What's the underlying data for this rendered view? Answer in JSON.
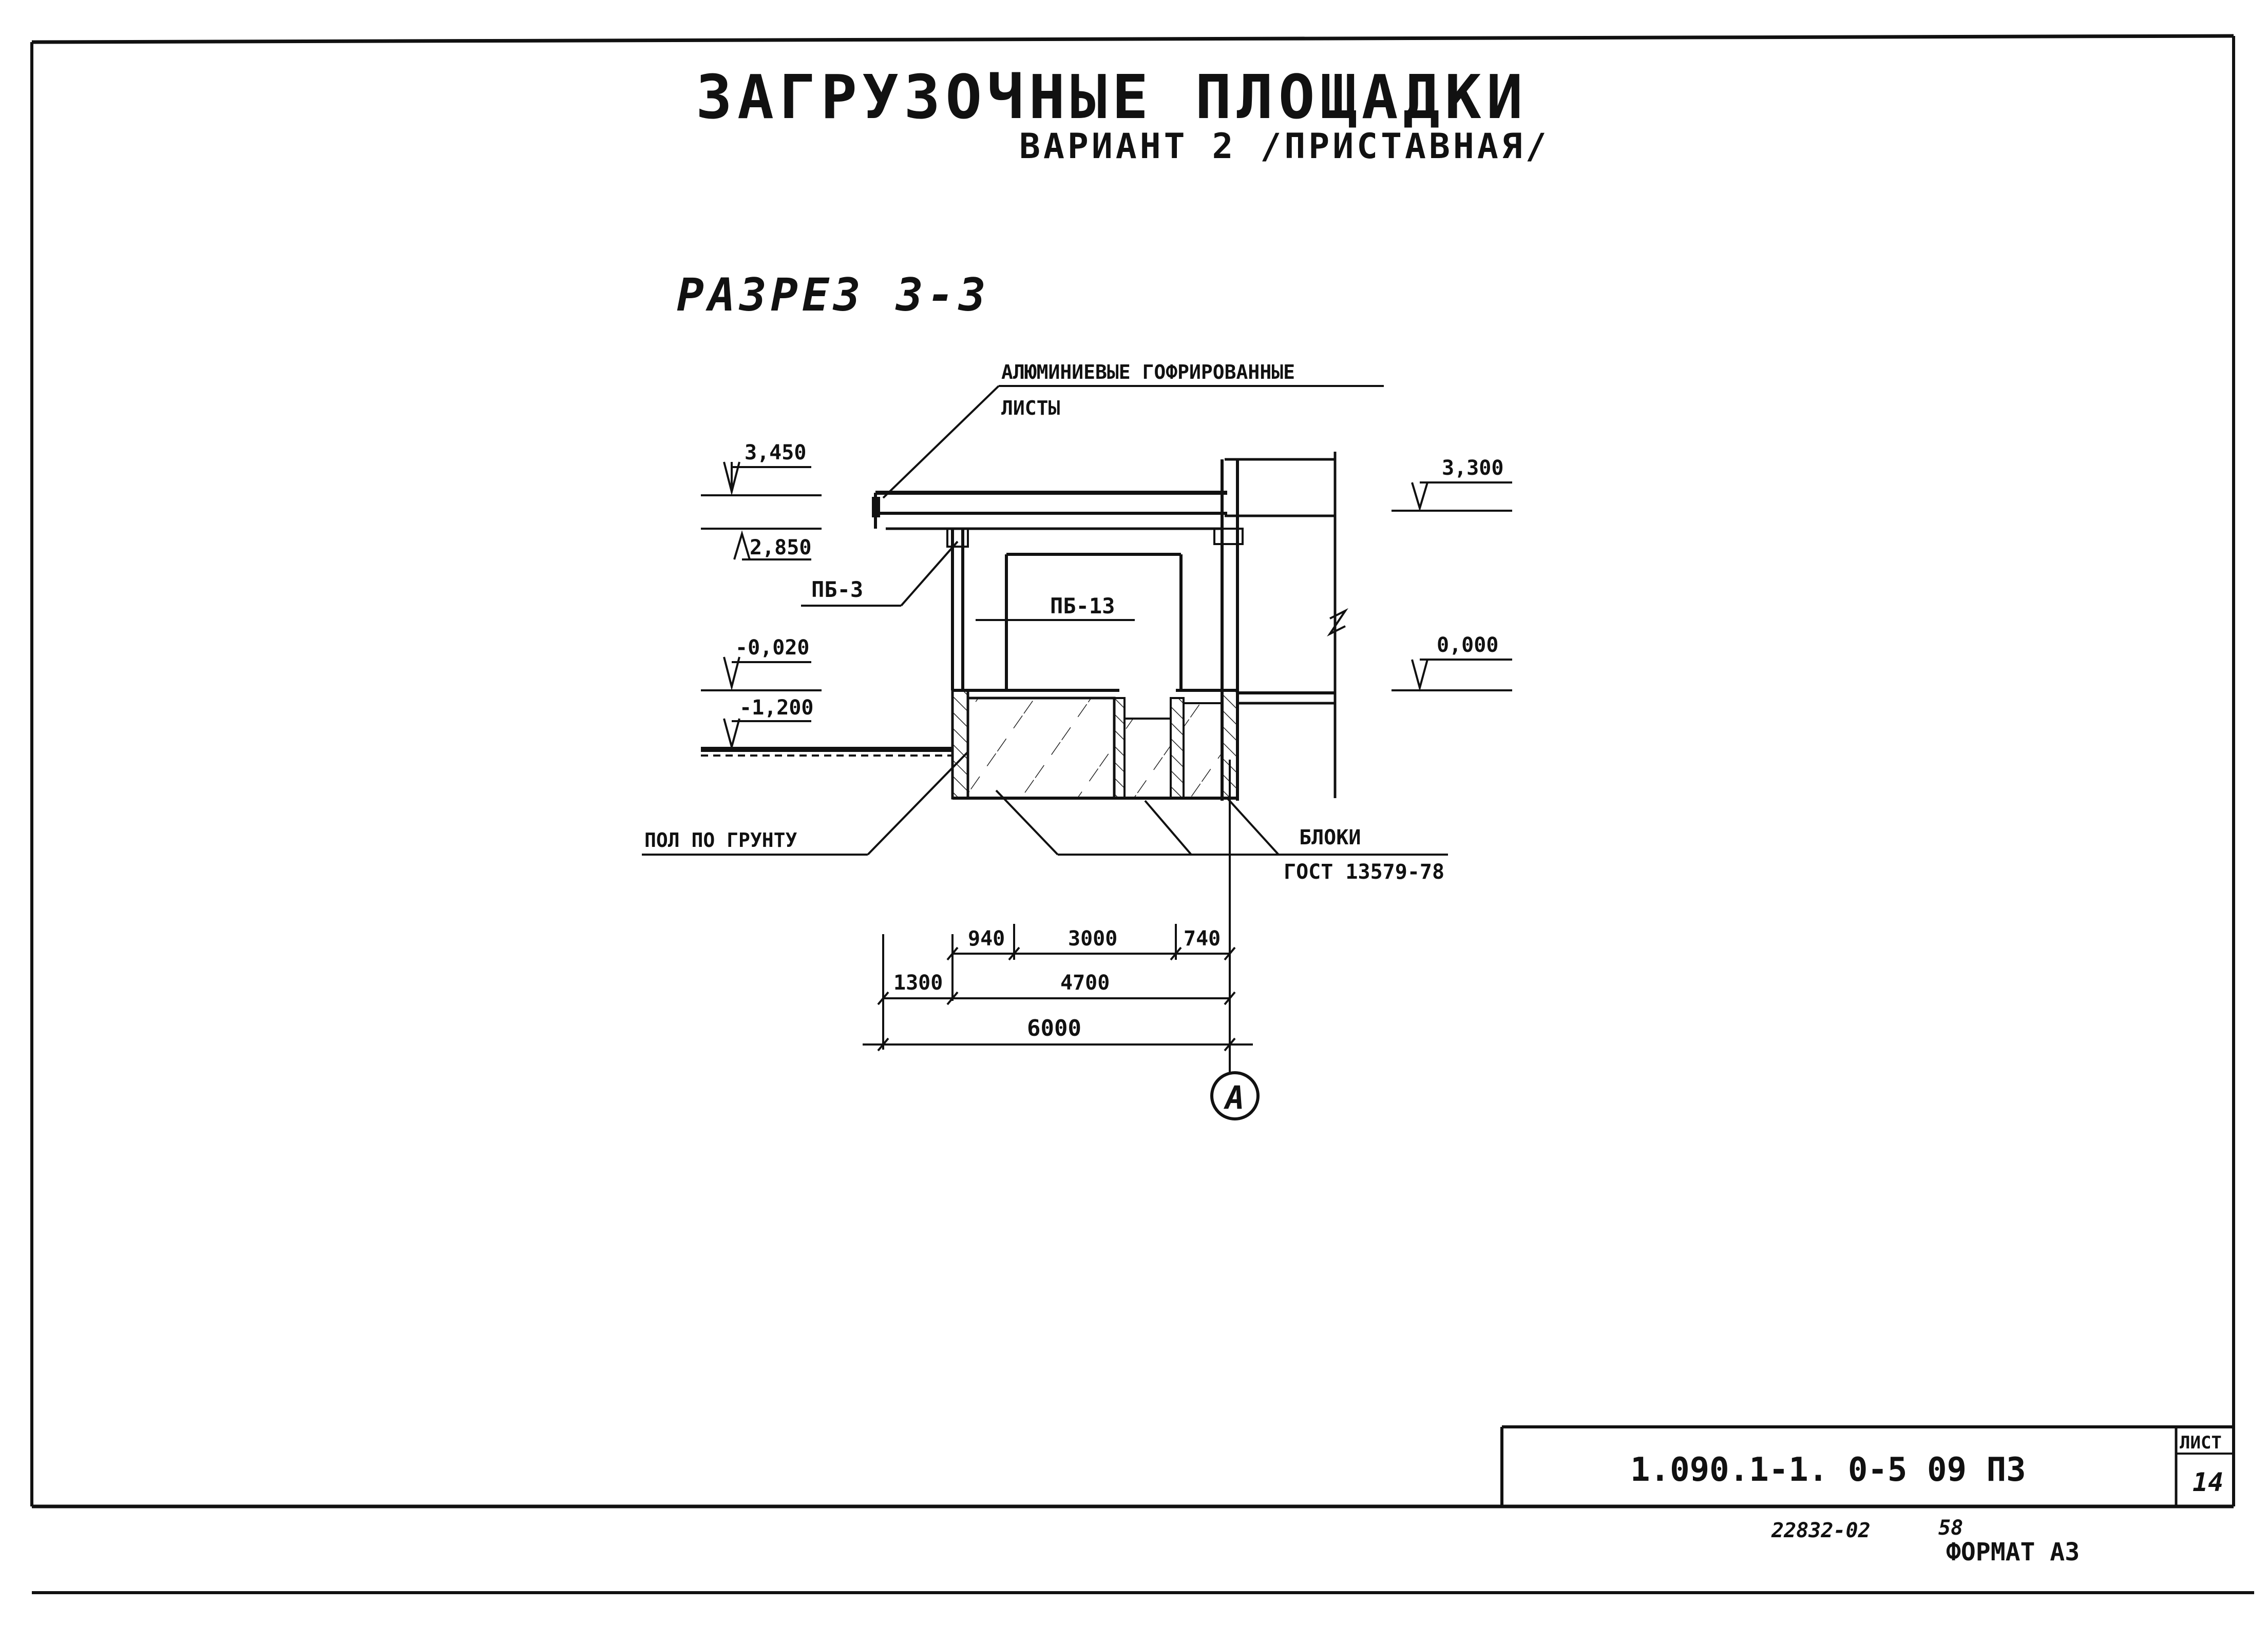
{
  "title": {
    "main": "ЗАГРУЗОЧНЫЕ ПЛОЩАДКИ",
    "variant": "ВАРИАНТ 2 /ПРИСТАВНАЯ/"
  },
  "section_title": "РАЗРЕЗ 3-3",
  "callouts": {
    "roof_sheets_line1": "АЛЮМИНИЕВЫЕ ГОФРИРОВАННЫЕ",
    "roof_sheets_line2": "ЛИСТЫ",
    "beam_pb3": "ПБ-3",
    "beam_pb13": "ПБ-13",
    "floor": "ПОЛ ПО ГРУНТУ",
    "block_line1": "БЛОКИ",
    "block_line2": "ГОСТ 13579-78"
  },
  "levels": {
    "left_top": "3,450",
    "left_mid": "2,850",
    "left_low1": "-0,020",
    "left_low2": "-1,200",
    "right_top": "3,300",
    "right_low": "0,000"
  },
  "dimensions": {
    "d940": "940",
    "d3000": "3000",
    "d740": "740",
    "d1300": "1300",
    "d4700": "4700",
    "d6000": "6000"
  },
  "axis_label": "А",
  "stamp": {
    "code": "1.090.1-1. 0-5 09 ПЗ",
    "sheet_label": "ЛИСТ",
    "sheet_number": "14"
  },
  "footer": {
    "inventory": "22832-02",
    "inventory_suffix": "58",
    "format": "ФОРМАТ А3"
  }
}
